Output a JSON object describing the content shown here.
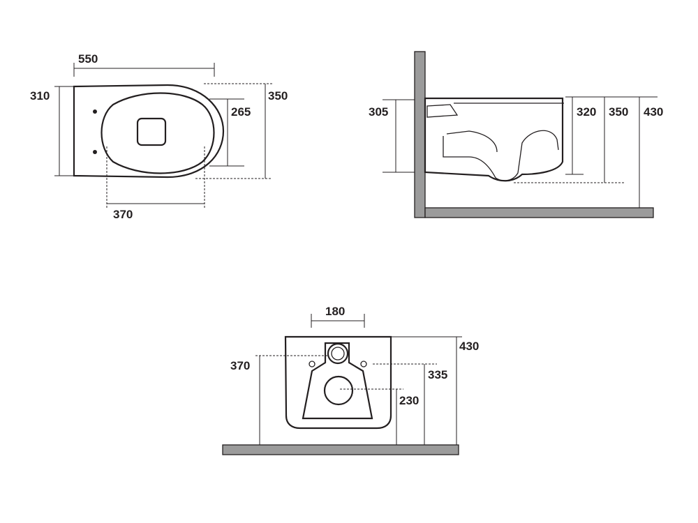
{
  "views": {
    "top": {
      "width": "550",
      "depth_left": "310",
      "depth_right": "350",
      "seat_depth": "265",
      "seat_width": "370"
    },
    "side": {
      "seat_height": "305",
      "rim_320": "320",
      "rim_350": "350",
      "rim_430": "430"
    },
    "back": {
      "inlet_spacing": "180",
      "inlet_height": "370",
      "fixing_height": "335",
      "outlet_height": "230",
      "total_height": "430"
    }
  },
  "colors": {
    "line": "#231f20",
    "wall": "#9b9b9b"
  }
}
